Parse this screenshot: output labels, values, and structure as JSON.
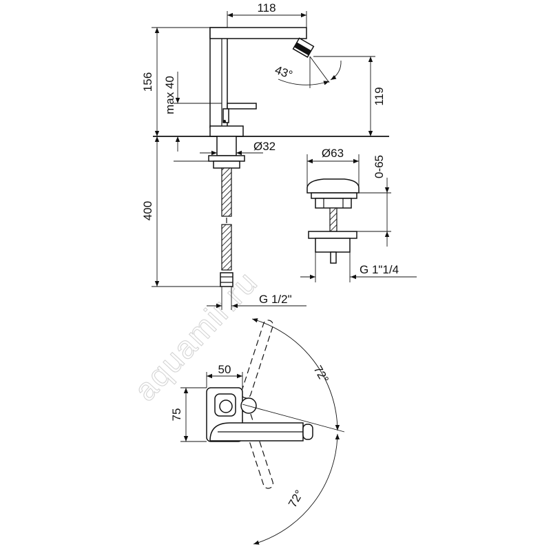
{
  "watermark": "aquamir.ru",
  "dimensions": {
    "spout_reach": "118",
    "total_height": "156",
    "lever_max": "max 40",
    "spout_height": "119",
    "spout_angle": "43°",
    "body_diameter": "Ø32",
    "hose_length": "400",
    "hose_thread": "G 1/2\"",
    "waste_diameter": "Ø63",
    "waste_stroke": "0-65",
    "waste_thread": "G 1\"1/4",
    "plate_width": "50",
    "plate_height": "75",
    "lever_angle_up": "72°",
    "lever_angle_down": "72°"
  }
}
